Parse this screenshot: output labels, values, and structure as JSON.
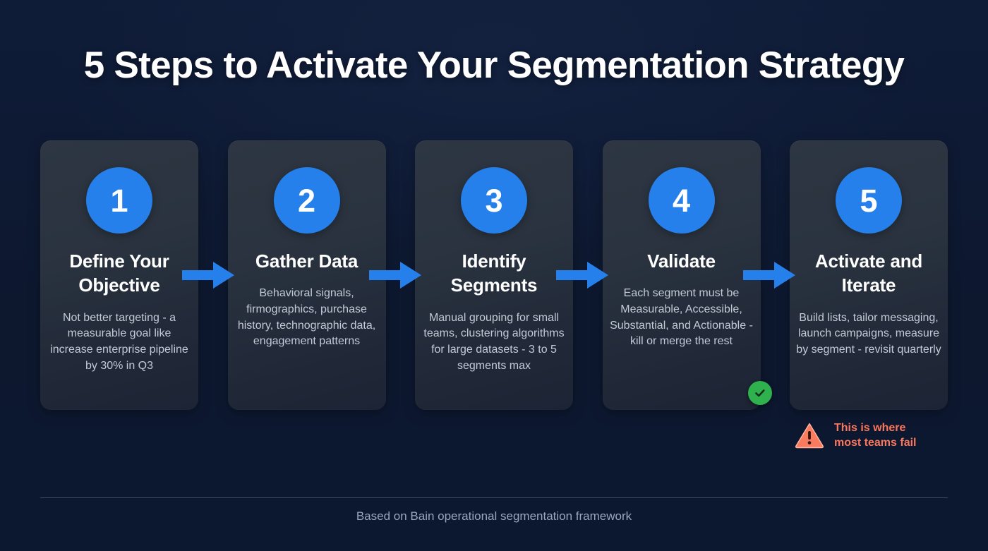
{
  "page": {
    "title": "5 Steps to Activate Your Segmentation Strategy",
    "background_color": "#0e1a35",
    "accent_color": "#2680eb",
    "success_color": "#2fb24d",
    "warning_color": "#f9775c"
  },
  "steps": [
    {
      "number": "1",
      "title": "Define Your Objective",
      "description": "Not better targeting - a measurable goal like increase enterprise pipeline by 30% in Q3"
    },
    {
      "number": "2",
      "title": "Gather Data",
      "description": "Behavioral signals, firmographics, purchase history, technographic data, engagement patterns"
    },
    {
      "number": "3",
      "title": "Identify Segments",
      "description": "Manual grouping for small teams, clustering algorithms for large datasets - 3 to 5 segments max"
    },
    {
      "number": "4",
      "title": "Validate",
      "description": "Each segment must be Measurable, Accessible, Substantial, and Actionable - kill or merge the rest",
      "badge": "check-icon"
    },
    {
      "number": "5",
      "title": "Activate and Iterate",
      "description": "Build lists, tailor messaging, launch campaigns, measure by segment - revisit quarterly"
    }
  ],
  "connectors": [
    {
      "icon": "arrow-right-icon"
    },
    {
      "icon": "arrow-right-icon"
    },
    {
      "icon": "arrow-right-icon"
    },
    {
      "icon": "arrow-right-icon"
    }
  ],
  "warning": {
    "icon": "warning-triangle-icon",
    "line1": "This is where",
    "line2": "most teams fail"
  },
  "footer": {
    "text": "Based on Bain operational segmentation framework"
  }
}
